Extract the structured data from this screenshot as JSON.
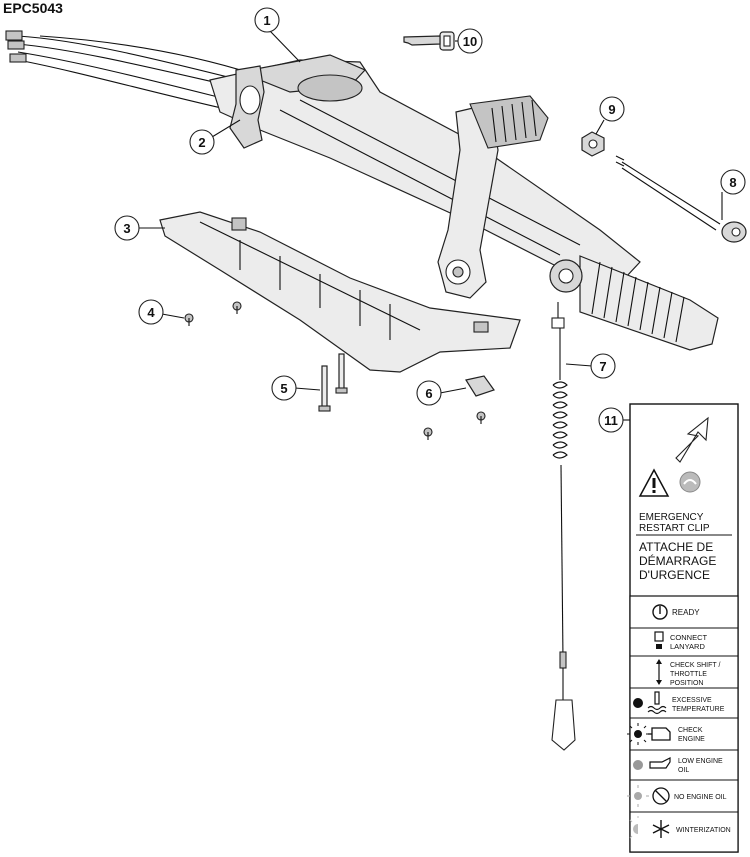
{
  "document_code": "EPC5043",
  "callouts": [
    "1",
    "2",
    "3",
    "4",
    "5",
    "6",
    "7",
    "8",
    "9",
    "10",
    "11"
  ],
  "decal": {
    "title_en_1": "EMERGENCY",
    "title_en_2": "RESTART CLIP",
    "title_fr_1": "ATTACHE DE",
    "title_fr_2": "DÉMARRAGE",
    "title_fr_3": "D'URGENCE",
    "rows": [
      {
        "icon": "power-icon",
        "label_1": "READY",
        "label_2": ""
      },
      {
        "icon": "lanyard-icon",
        "label_1": "CONNECT",
        "label_2": "LANYARD"
      },
      {
        "icon": "arrows-icon",
        "label_1": "CHECK SHIFT /",
        "label_2": "THROTTLE",
        "label_3": "POSITION"
      },
      {
        "icon": "temperature-icon",
        "label_1": "EXCESSIVE",
        "label_2": "TEMPERATURE"
      },
      {
        "icon": "engine-icon",
        "label_1": "CHECK",
        "label_2": "ENGINE"
      },
      {
        "icon": "oil-can-icon",
        "label_1": "LOW ENGINE",
        "label_2": "OIL"
      },
      {
        "icon": "no-oil-icon",
        "label_1": "NO ENGINE OIL",
        "label_2": ""
      },
      {
        "icon": "snowflake-icon",
        "label_1": "WINTERIZATION",
        "label_2": ""
      }
    ]
  }
}
